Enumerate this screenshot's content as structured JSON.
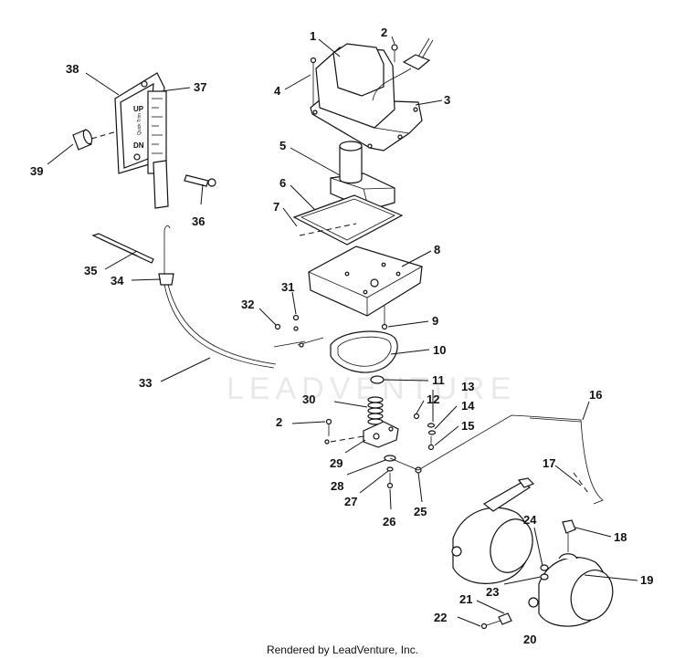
{
  "footer_text": "Rendered by LeadVenture, Inc.",
  "watermark_text": "LEADVENTURE",
  "gauge_labels": {
    "up": "UP",
    "dn": "DN",
    "small": "Quick Trim"
  },
  "callouts": [
    {
      "id": "1",
      "label": "1"
    },
    {
      "id": "2a",
      "label": "2"
    },
    {
      "id": "2b",
      "label": "2"
    },
    {
      "id": "3",
      "label": "3"
    },
    {
      "id": "4",
      "label": "4"
    },
    {
      "id": "5",
      "label": "5"
    },
    {
      "id": "6",
      "label": "6"
    },
    {
      "id": "7",
      "label": "7"
    },
    {
      "id": "8",
      "label": "8"
    },
    {
      "id": "9",
      "label": "9"
    },
    {
      "id": "10",
      "label": "10"
    },
    {
      "id": "11",
      "label": "11"
    },
    {
      "id": "12",
      "label": "12"
    },
    {
      "id": "13",
      "label": "13"
    },
    {
      "id": "14",
      "label": "14"
    },
    {
      "id": "15",
      "label": "15"
    },
    {
      "id": "16",
      "label": "16"
    },
    {
      "id": "17",
      "label": "17"
    },
    {
      "id": "18",
      "label": "18"
    },
    {
      "id": "19",
      "label": "19"
    },
    {
      "id": "20",
      "label": "20"
    },
    {
      "id": "21",
      "label": "21"
    },
    {
      "id": "22",
      "label": "22"
    },
    {
      "id": "23",
      "label": "23"
    },
    {
      "id": "24",
      "label": "24"
    },
    {
      "id": "25",
      "label": "25"
    },
    {
      "id": "26",
      "label": "26"
    },
    {
      "id": "27",
      "label": "27"
    },
    {
      "id": "28",
      "label": "28"
    },
    {
      "id": "29",
      "label": "29"
    },
    {
      "id": "30",
      "label": "30"
    },
    {
      "id": "31",
      "label": "31"
    },
    {
      "id": "32",
      "label": "32"
    },
    {
      "id": "33",
      "label": "33"
    },
    {
      "id": "34",
      "label": "34"
    },
    {
      "id": "35",
      "label": "35"
    },
    {
      "id": "36",
      "label": "36"
    },
    {
      "id": "37",
      "label": "37"
    },
    {
      "id": "38",
      "label": "38"
    },
    {
      "id": "39",
      "label": "39"
    }
  ]
}
